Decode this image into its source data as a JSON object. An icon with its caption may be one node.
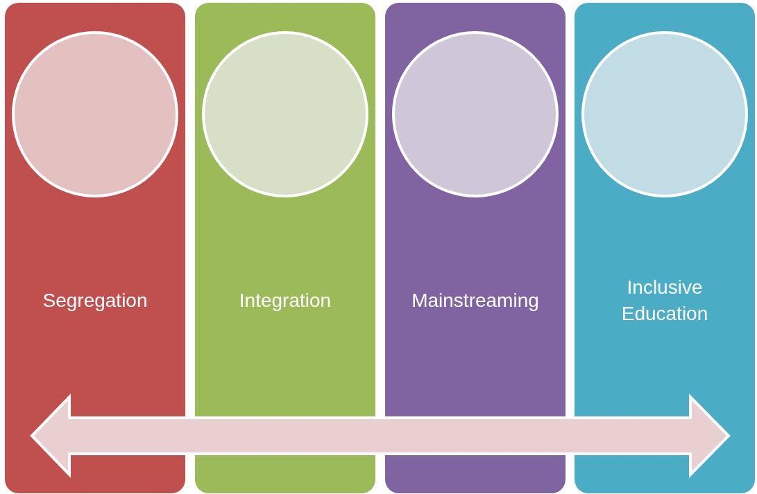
{
  "diagram": {
    "nodes": [
      {
        "text": [
          "Segregation"
        ]
      },
      {
        "text": [],
        "shape": "circle",
        "in": 0
      },
      {
        "text": [
          "Integration"
        ]
      },
      {
        "text": [],
        "shape": "circle",
        "in": 2
      },
      {
        "text": [
          "Mainstreaming"
        ]
      },
      {
        "text": [],
        "shape": "circle",
        "in": 4
      },
      {
        "text": [
          "Inclusive Education"
        ]
      },
      {
        "text": [],
        "shape": "circle",
        "in": 6
      }
    ]
  }
}
